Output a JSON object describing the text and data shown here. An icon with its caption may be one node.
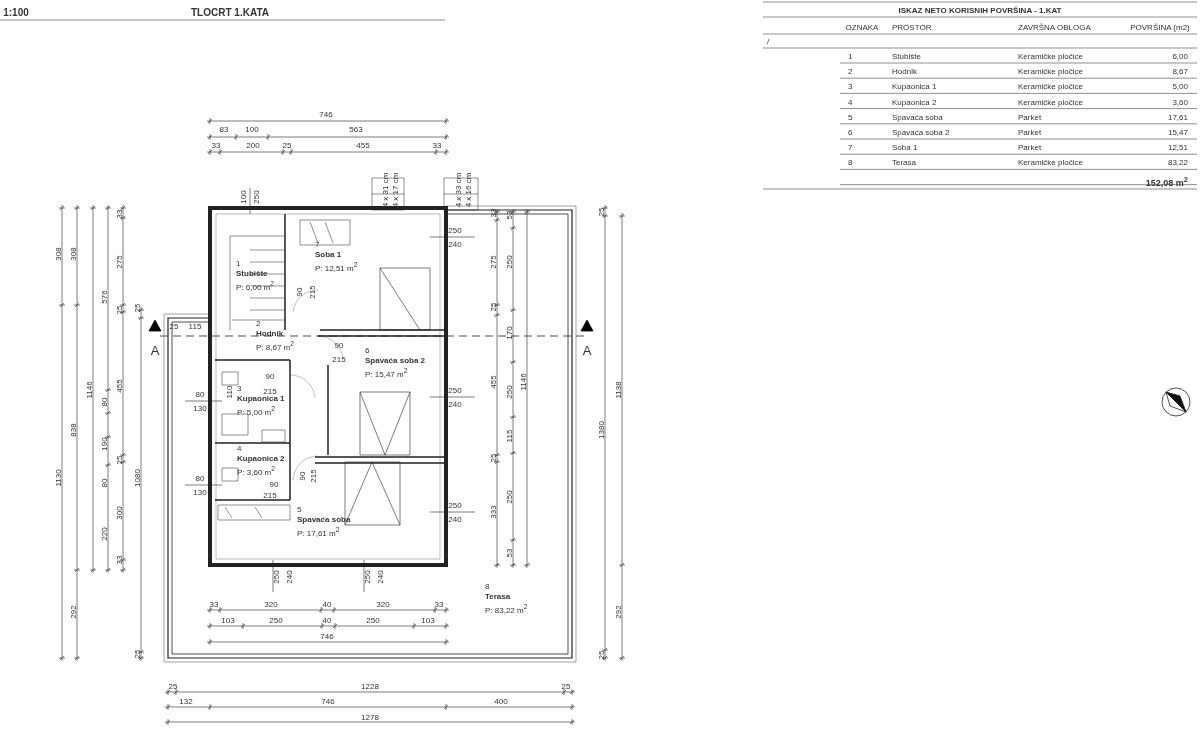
{
  "diagram": {
    "title": "TLOCRT 1.KATA",
    "nodes": [
      {
        "text": [
          "1",
          "Stubište",
          "P: 6,00 m$^{2}$"
        ]
      },
      {
        "text": [
          "2",
          "Hodnik",
          "P: 8,67 m$^{2}$"
        ]
      },
      {
        "text": [
          "3",
          "Kupaonica 1",
          "P: 5,00 m$^{2}$"
        ]
      },
      {
        "text": [
          "4",
          "Kupaonica 2",
          "P: 3,60 m$^{2}$"
        ]
      },
      {
        "text": [
          "5",
          "Spavaća soba",
          "P: 17,61 m$^{2}$"
        ]
      },
      {
        "text": [
          "6",
          "Spavaća soba 2",
          "P: 15,47 m$^{2}$"
        ]
      },
      {
        "text": [
          "7",
          "Soba 1",
          "P: 12,51 m$^{2}$"
        ]
      },
      {
        "text": [
          "8",
          "Terasa",
          "P: 83,22 m$^{2}$"
        ]
      }
    ],
    "labels": [
      "1:100",
      "746",
      "83",
      "100",
      "563",
      "33",
      "200",
      "25",
      "455",
      "33",
      "100",
      "250",
      "4 x 31 cm",
      "4 x 17 cm",
      "4 x 33 cm",
      "4 x 16 cm",
      "308",
      "1130",
      "308",
      "838",
      "292",
      "1146",
      "576",
      "80",
      "190",
      "80",
      "220",
      "33",
      "275",
      "25",
      "455",
      "25",
      "300",
      "33",
      "25",
      "1080",
      "25",
      "A",
      "25",
      "115",
      "A",
      "80",
      "130",
      "80",
      "130",
      "90",
      "215",
      "90",
      "215",
      "90",
      "215",
      "110",
      "90",
      "215",
      "90",
      "215",
      "250",
      "240",
      "250",
      "240",
      "250",
      "240",
      "33",
      "275",
      "25",
      "455",
      "25",
      "333",
      "53",
      "250",
      "170",
      "250",
      "115",
      "250",
      "53",
      "1146",
      "25",
      "1380",
      "25",
      "1138",
      "292",
      "250",
      "240",
      "250",
      "240",
      "33",
      "320",
      "40",
      "320",
      "33",
      "103",
      "250",
      "40",
      "250",
      "103",
      "746",
      "25",
      "1228",
      "25",
      "132",
      "746",
      "400",
      "1278",
      "ISKAZ NETO KORISNIH POVRŠINA - 1.KAT",
      "OZNAKA",
      "PROSTOR",
      "ZAVRŠNA OBLOGA",
      "POVRŠINA (m2)",
      "/",
      "1",
      "Stubište",
      "Keramičke pločice",
      "6,00",
      "2",
      "Hodnik",
      "Keramičke pločice",
      "8,67",
      "3",
      "Kupaonica 1",
      "Keramičke pločice",
      "5,00",
      "4",
      "Kupaonica 2",
      "Keramičke pločice",
      "3,60",
      "5",
      "Spavaća soba",
      "Parket",
      "17,61",
      "6",
      "Spavaća soba 2",
      "Parket",
      "15,47",
      "7",
      "Soba 1",
      "Parket",
      "12,51",
      "8",
      "Terasa",
      "Keramičke pločice",
      "83,22",
      "152,08 m$^{2}$"
    ]
  }
}
